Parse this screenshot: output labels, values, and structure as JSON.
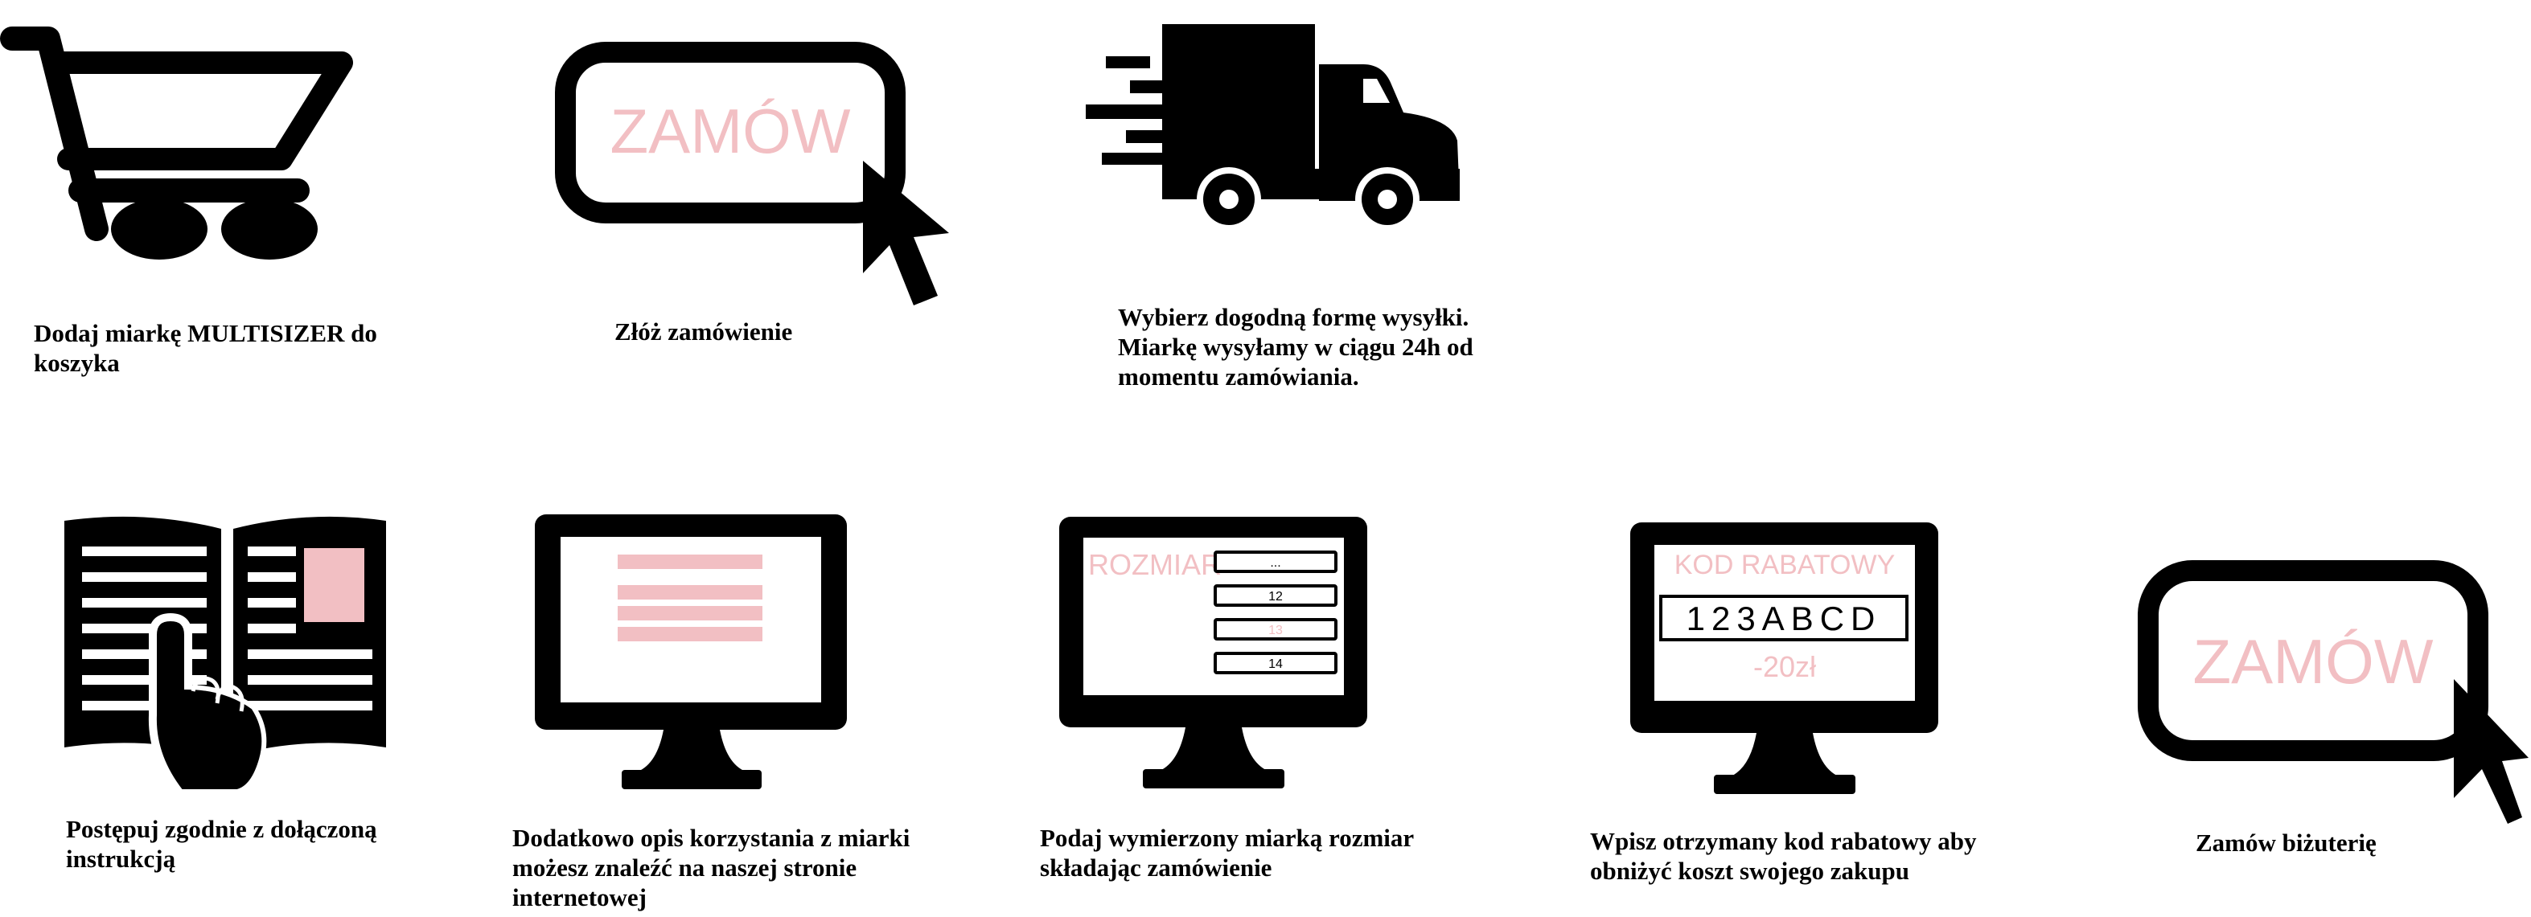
{
  "colors": {
    "icon": "#000000",
    "accent": "#f2bfc3",
    "background": "#ffffff"
  },
  "steps": [
    {
      "icon": "shopping-cart-icon",
      "caption": [
        "Dodaj miarkę MULTISIZER do",
        "koszyka"
      ]
    },
    {
      "icon": "order-button-cursor-icon",
      "button_text": "ZAMÓW",
      "caption": [
        "Złóż zamówienie"
      ]
    },
    {
      "icon": "delivery-truck-icon",
      "caption": [
        "Wybierz dogodną formę wysyłki.",
        "Miarkę wysyłamy w ciągu 24h od",
        "momentu zamówiania."
      ]
    },
    {
      "icon": "open-book-hand-icon",
      "caption": [
        "Postępuj zgodnie z dołączoną",
        "instrukcją"
      ]
    },
    {
      "icon": "monitor-text-icon",
      "caption": [
        "Dodatkowo opis korzystania z miarki",
        "możesz znaleźć na naszej stronie",
        "internetowej"
      ]
    },
    {
      "icon": "monitor-size-select-icon",
      "screen_label": "ROZMIAR",
      "options": [
        "...",
        "12",
        "13",
        "14"
      ],
      "caption": [
        "Podaj wymierzony miarką rozmiar",
        "składając zamówienie"
      ]
    },
    {
      "icon": "monitor-discount-code-icon",
      "screen_label": "KOD RABATOWY",
      "code": "123ABCD",
      "discount": "-20zł",
      "caption": [
        "Wpisz otrzymany kod rabatowy aby",
        "obniżyć koszt swojego zakupu"
      ]
    },
    {
      "icon": "order-button-cursor-icon",
      "button_text": "ZAMÓW",
      "caption": [
        "Zamów biżuterię"
      ]
    }
  ]
}
